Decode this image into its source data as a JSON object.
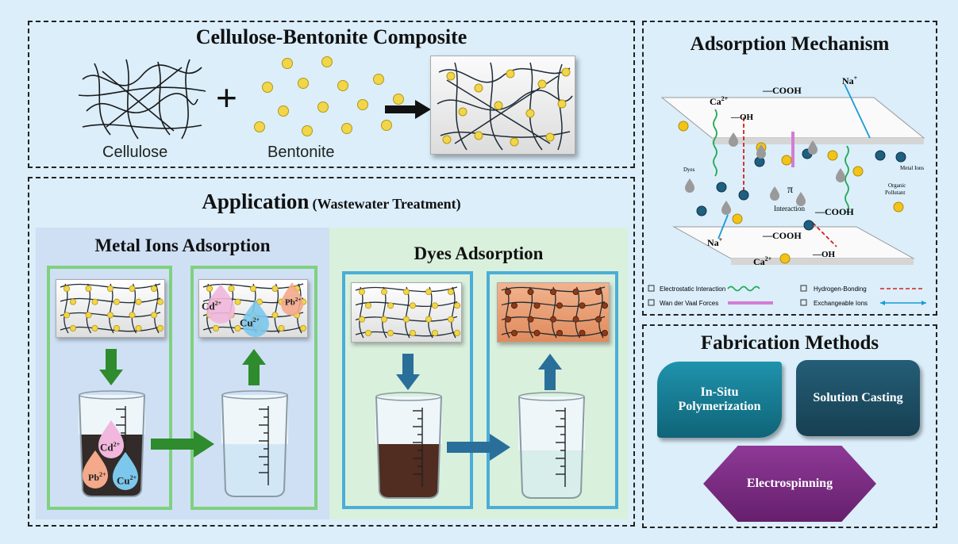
{
  "composite": {
    "title": "Cellulose-Bentonite Composite",
    "cellulose_label": "Cellulose",
    "bentonite_label": "Bentonite",
    "plus": "+"
  },
  "application": {
    "title_main": "Application",
    "title_sub": "(Wastewater Treatment)",
    "metal_title": "Metal Ions Adsorption",
    "dyes_title": "Dyes Adsorption",
    "ions": {
      "cd": "Cd",
      "cu": "Cu",
      "pb": "Pb",
      "charge": "2+"
    }
  },
  "mechanism": {
    "title": "Adsorption Mechanism",
    "cooh": "—COOH",
    "oh": "—OH",
    "ca": "Ca",
    "ca_charge": "2+",
    "na": "Na",
    "na_charge": "+",
    "pi": "π",
    "interaction": "Interaction",
    "metal_ions": "Metal Ions",
    "dyes": "Dyes",
    "organic": "Organic",
    "pollutant": "Pollutant",
    "legend": [
      {
        "label": "Electrostatic Interaction",
        "color": "#22aa55"
      },
      {
        "label": "Hydrogen-Bonding",
        "color": "#d62020"
      },
      {
        "label": "Wan der Vaal Forces",
        "color": "#d47cd4"
      },
      {
        "label": "Exchangeable Ions",
        "color": "#1a9ad6"
      }
    ]
  },
  "fabrication": {
    "title": "Fabrication Methods",
    "methods": [
      "In-Situ Polymerization",
      "Solution Casting",
      "Electrospinning"
    ]
  },
  "colors": {
    "background": "#dbeefa",
    "metal_panel": "#cfe0f4",
    "dyes_panel": "#d9f0dc",
    "green_frame": "#7fd17f",
    "blue_frame": "#4aaed8",
    "green_arrow": "#2e8b2e",
    "blue_arrow": "#2a6f9a",
    "teal_button": "#17788f",
    "dark_teal_button": "#1b4d62",
    "purple_button": "#7c2d84"
  }
}
